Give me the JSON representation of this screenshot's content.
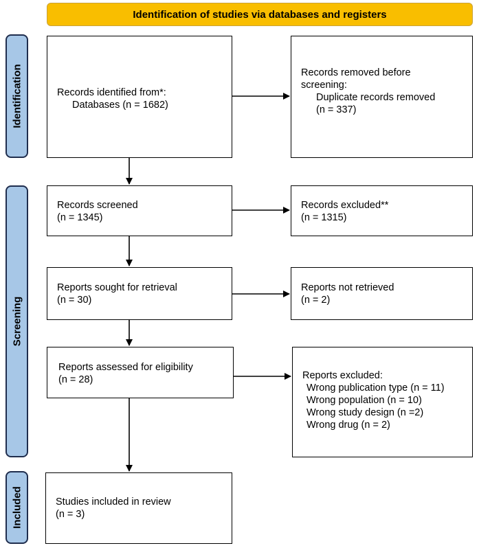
{
  "header": {
    "title": "Identification of studies via databases and registers"
  },
  "stages": {
    "identification": "Identification",
    "screening": "Screening",
    "included": "Included"
  },
  "boxes": {
    "records_identified": {
      "line1": "Records identified from*:",
      "line2": "Databases (n = 1682)"
    },
    "records_removed": {
      "line1": "Records removed before",
      "line2": "screening:",
      "line3": "Duplicate records removed",
      "line4": "(n = 337)"
    },
    "records_screened": {
      "line1": "Records screened",
      "line2": "(n = 1345)"
    },
    "records_excluded": {
      "line1": "Records excluded**",
      "line2": "(n = 1315)"
    },
    "reports_sought": {
      "line1": "Reports sought for retrieval",
      "line2": "(n = 30)"
    },
    "reports_not_retrieved": {
      "line1": "Reports not retrieved",
      "line2": "(n = 2)"
    },
    "reports_assessed": {
      "line1": "Reports assessed for eligibility",
      "line2": "(n = 28)"
    },
    "reports_excluded": {
      "title": "Reports excluded:",
      "reasons": [
        "Wrong publication type (n = 11)",
        "Wrong population (n = 10)",
        "Wrong study design (n =2)",
        "Wrong drug (n = 2)"
      ]
    },
    "studies_included": {
      "line1": "Studies included in review",
      "line2": "(n = 3)"
    }
  }
}
